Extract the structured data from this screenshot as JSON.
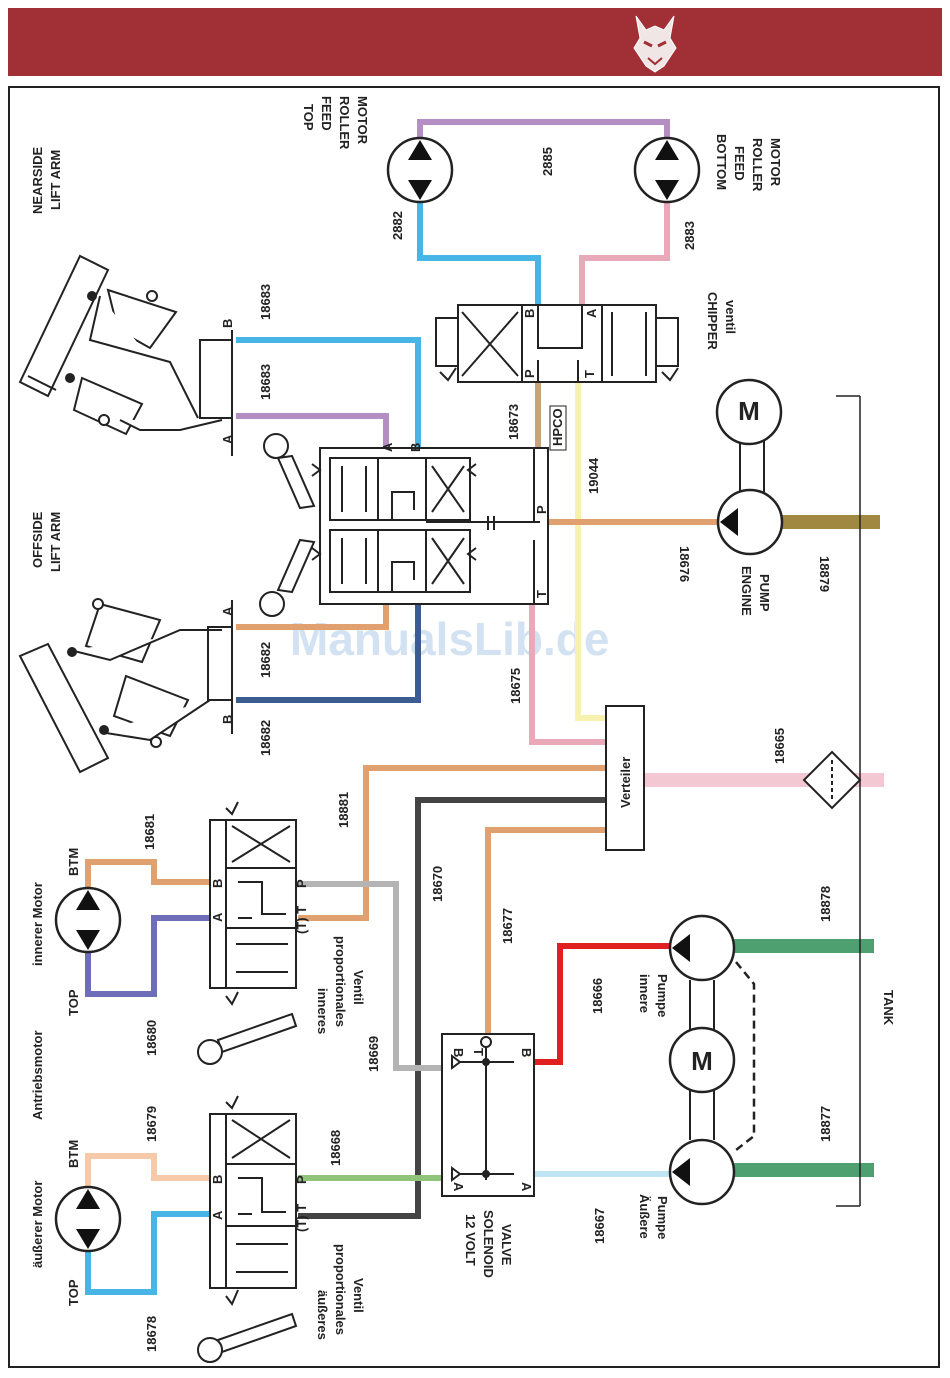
{
  "header": {
    "brand_color": "#a03035",
    "logo": "wolf-head-icon"
  },
  "watermark": "ManualsLib.de",
  "components": {
    "top_feed_motor": "TOP FEED ROLLER MOTOR",
    "bottom_feed_motor": "BOTTOM FEED ROLLER MOTOR",
    "nearside_lift_arm": "NEARSIDE LIFT ARM",
    "offside_lift_arm": "OFFSIDE LIFT ARM",
    "chipper_valve": "CHIPPER ventil",
    "engine_pump": "ENGINE PUMP",
    "motor_m": "M",
    "verteiler": "Verteiler",
    "innerer_motor": "innerer Motor",
    "aeusserer_motor": "äußerer Motor",
    "antriebsmotor": "Antriebsmotor",
    "inneres_ventil": "inneres proportionales Ventil",
    "aeusseres_ventil": "äußeres proportionales Ventil",
    "solenoid_valve": "12 VOLT SOLENOID VALVE",
    "innere_pumpe": "innere Pumpe",
    "aeussere_pumpe": "Äußere Pumpe",
    "tank": "TANK",
    "hpco": "HPCO"
  },
  "ports": {
    "A": "A",
    "B": "B",
    "P": "P",
    "T": "T",
    "TT": "(T) T",
    "BTM": "BTM",
    "TOP": "TOP"
  },
  "line_numbers": {
    "l2882": "2882",
    "l2885": "2885",
    "l2883": "2883",
    "l18683a": "18683",
    "l18683b": "18683",
    "l18673": "18673",
    "l19044": "19044",
    "l18676": "18676",
    "l18879": "18879",
    "l18682a": "18682",
    "l18682b": "18682",
    "l18675": "18675",
    "l18665": "18665",
    "l18881": "18881",
    "l18681": "18681",
    "l18670": "18670",
    "l18677": "18677",
    "l18878": "18878",
    "l18680": "18680",
    "l18669": "18669",
    "l18666": "18666",
    "l18679": "18679",
    "l18668": "18668",
    "l18877": "18877",
    "l18678": "18678",
    "l18667": "18667"
  },
  "colors": {
    "blue": "#47b6e6",
    "purple": "#b58fc4",
    "pink": "#e9a9b9",
    "tan": "#c8a27a",
    "yellow": "#f8f2b0",
    "orange": "#e0a070",
    "olive": "#a08840",
    "navy": "#3a5c8e",
    "gray": "#9a9a9a",
    "dark": "#444444",
    "red": "#e02020",
    "green": "#4fa070",
    "lightblue": "#bfe4f4",
    "lightorange": "#f6caa8",
    "indigo": "#6e6eb8"
  }
}
